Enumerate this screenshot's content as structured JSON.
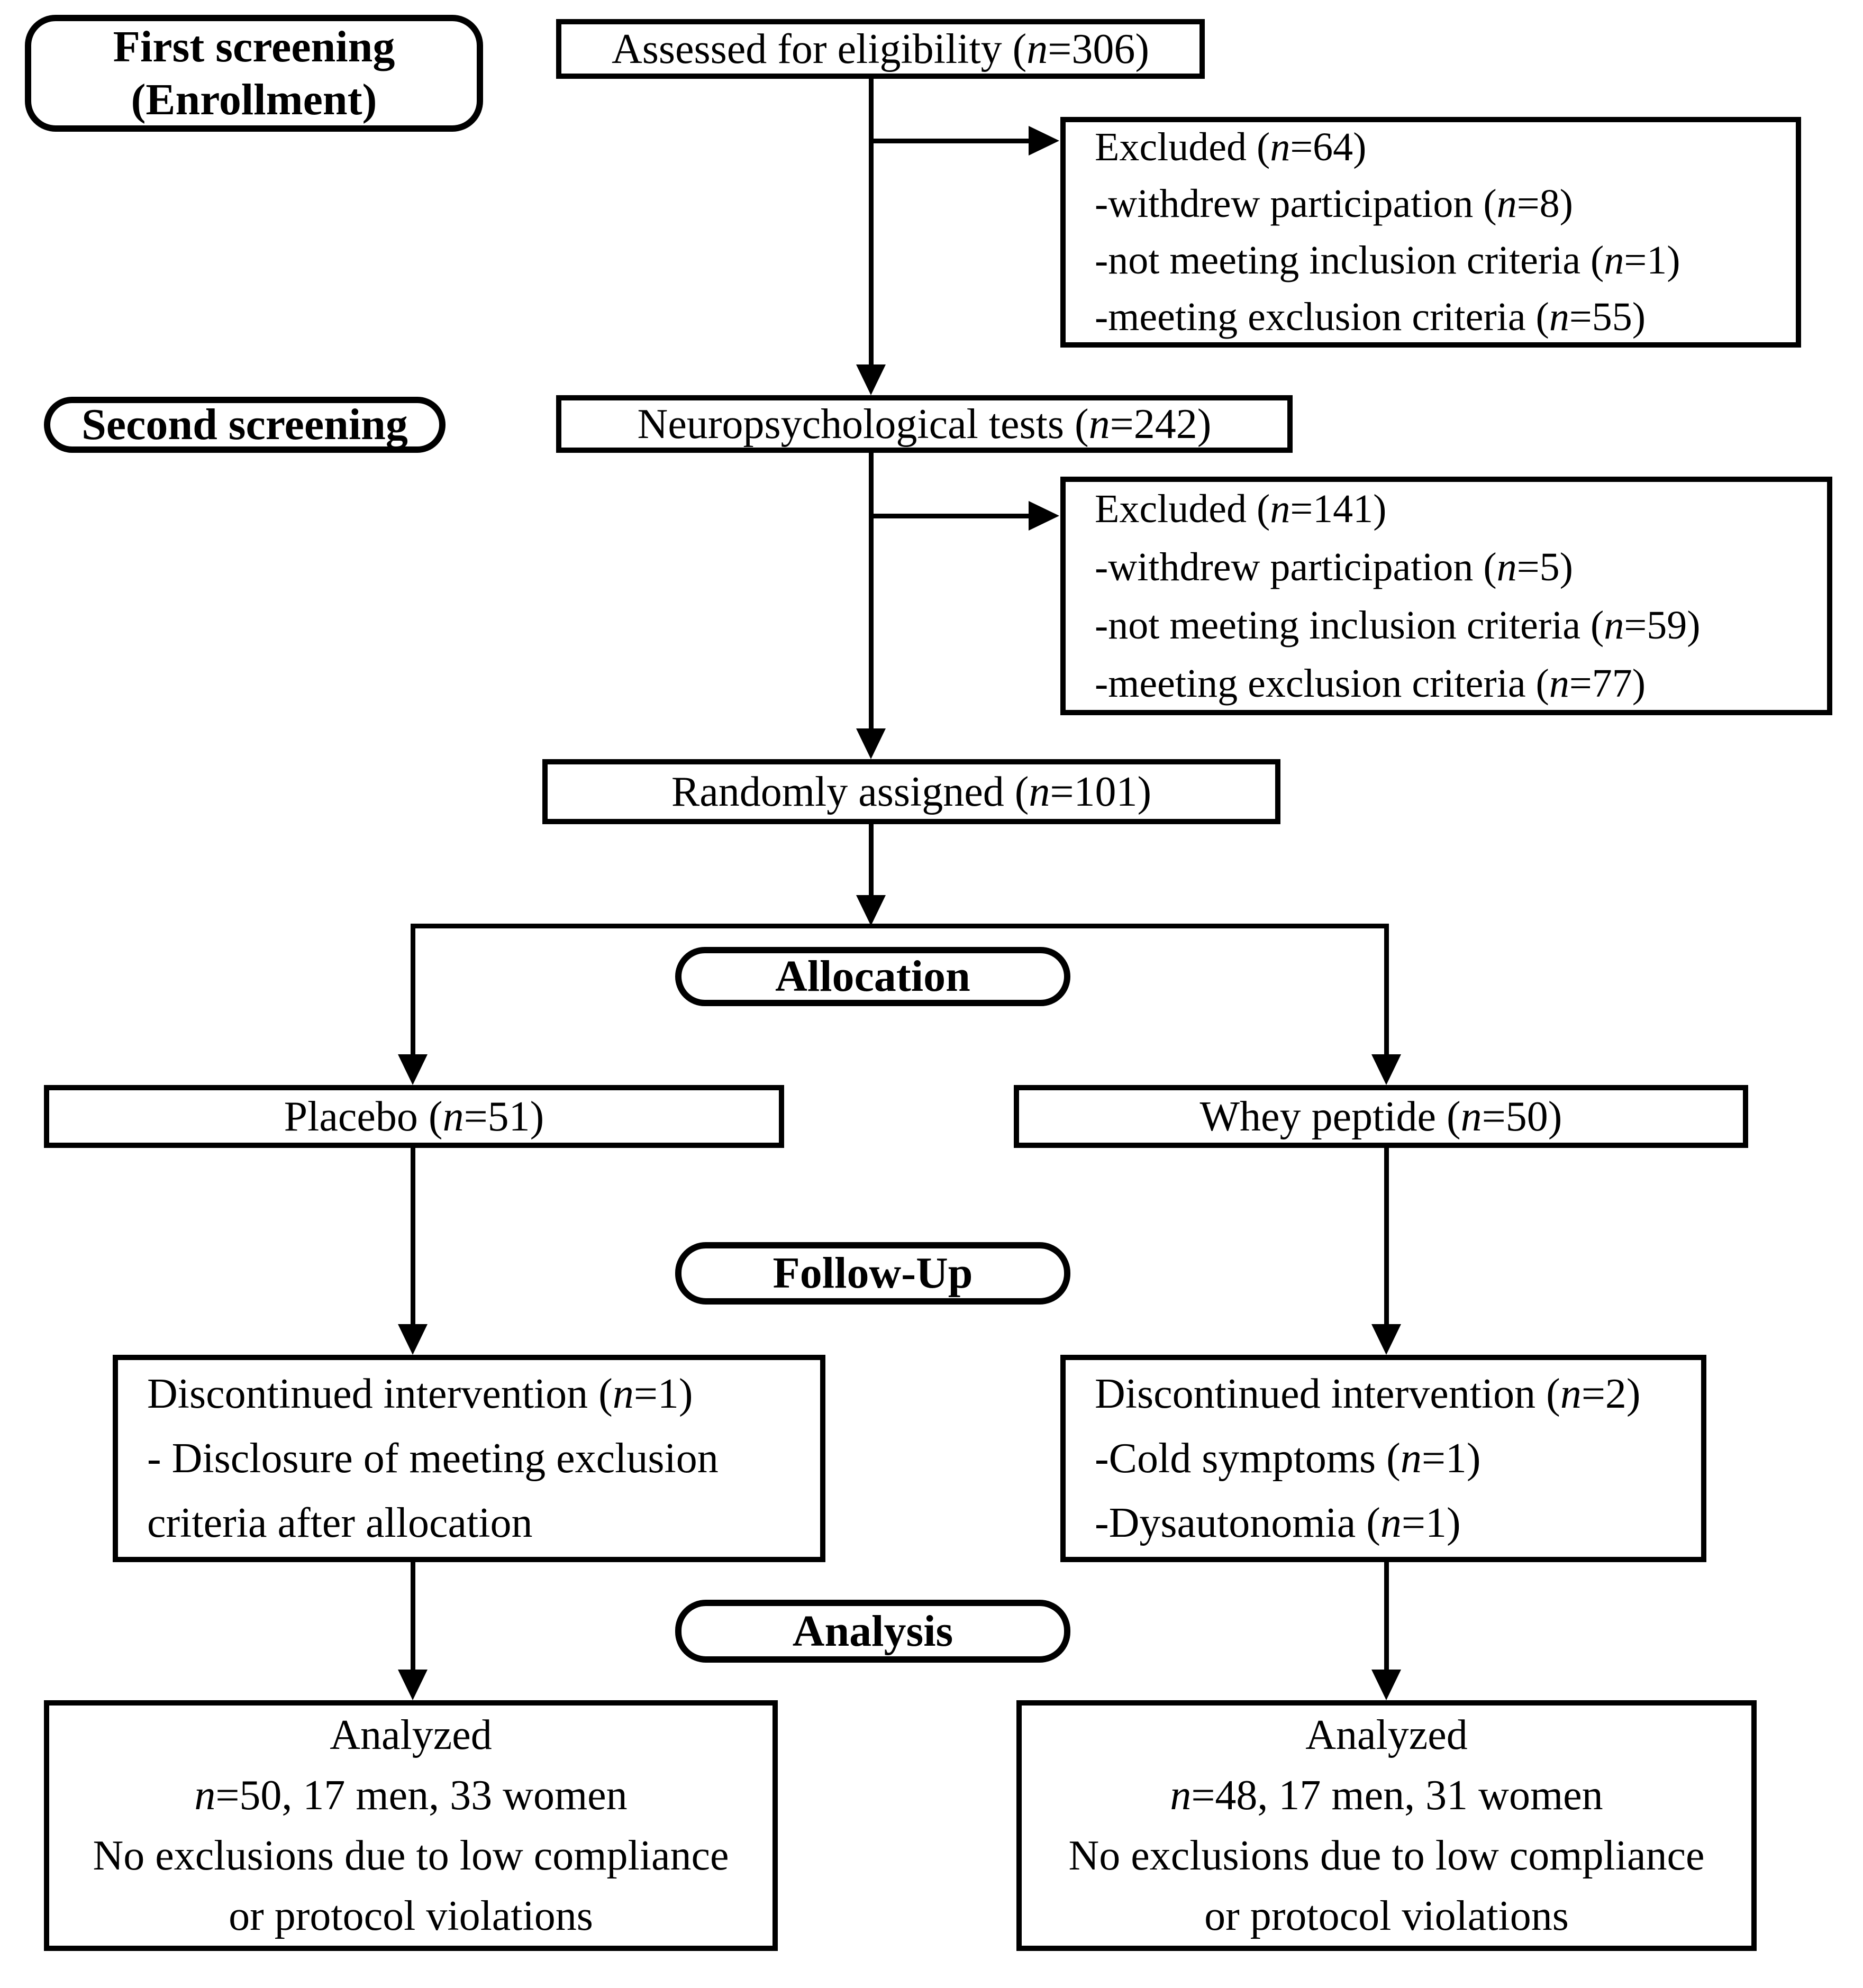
{
  "colors": {
    "background": "#ffffff",
    "line": "#000000",
    "text": "#000000",
    "box_border": "#000000"
  },
  "stages": {
    "first_screening": {
      "lines": [
        "First screening",
        "(Enrollment)"
      ]
    },
    "second_screening": {
      "label": "Second screening"
    },
    "allocation": {
      "label": "Allocation"
    },
    "follow_up": {
      "label": "Follow-Up"
    },
    "analysis": {
      "label": "Analysis"
    }
  },
  "boxes": {
    "assessed": {
      "label": "Assessed for eligibility (n=306)"
    },
    "excluded_first": {
      "lines": [
        "Excluded (n=64)",
        "-withdrew participation (n=8)",
        "-not meeting inclusion criteria (n=1)",
        "-meeting exclusion criteria (n=55)"
      ]
    },
    "neuropsych": {
      "label": "Neuropsychological tests (n=242)"
    },
    "excluded_second": {
      "lines": [
        "Excluded (n=141)",
        "-withdrew participation (n=5)",
        "-not meeting inclusion criteria (n=59)",
        "-meeting exclusion criteria (n=77)"
      ]
    },
    "randomized": {
      "label": "Randomly assigned (n=101)"
    },
    "placebo": {
      "label": "Placebo (n=51)"
    },
    "whey": {
      "label": "Whey peptide (n=50)"
    },
    "discontinued_placebo": {
      "lines": [
        "Discontinued intervention (n=1)",
        "- Disclosure of meeting exclusion",
        "criteria after allocation"
      ]
    },
    "discontinued_whey": {
      "lines": [
        "Discontinued intervention (n=2)",
        "-Cold symptoms (n=1)",
        "-Dysautonomia (n=1)"
      ]
    },
    "analyzed_placebo": {
      "lines": [
        "Analyzed",
        "n=50, 17 men, 33 women",
        "No exclusions due to low compliance",
        "or protocol violations"
      ]
    },
    "analyzed_whey": {
      "lines": [
        "Analyzed",
        "n=48, 17 men, 31 women",
        "No exclusions due to low compliance",
        "or protocol violations"
      ]
    }
  }
}
